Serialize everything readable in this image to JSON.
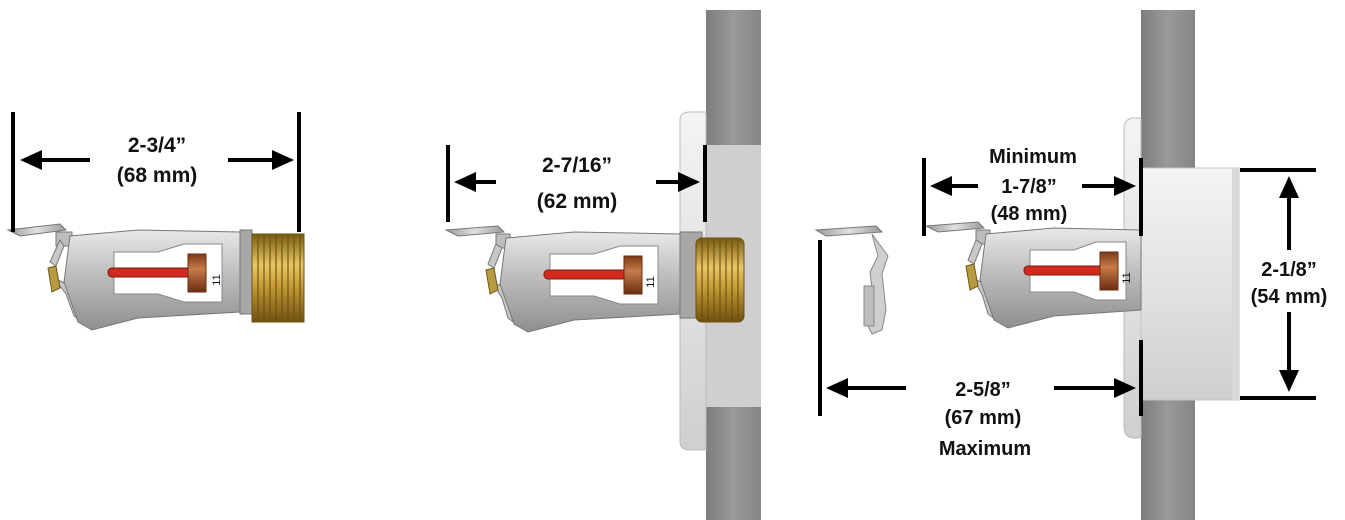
{
  "views": {
    "pendent": {
      "dim": {
        "value": "2-3/4”",
        "metric": "(68 mm)"
      },
      "frame_mark": "11"
    },
    "recessed_flush": {
      "dim": {
        "value": "2-7/16”",
        "metric": "(62 mm)"
      },
      "frame_mark": "11"
    },
    "recessed_adjustable": {
      "min": {
        "label": "Minimum",
        "value": "1-7/8”",
        "metric": "(48 mm)"
      },
      "max": {
        "value": "2-5/8”",
        "metric": "(67 mm)",
        "label": "Maximum"
      },
      "diameter": {
        "value": "2-1/8”",
        "metric": "(54 mm)"
      },
      "frame_mark": "11"
    }
  },
  "colors": {
    "frame": "#b9b9b9",
    "brass": "#b8912f",
    "bulb": "#d22a1e",
    "copper": "#a9552c",
    "ceiling": "#8a8a8a",
    "escutcheon": "#e6e6e6"
  }
}
